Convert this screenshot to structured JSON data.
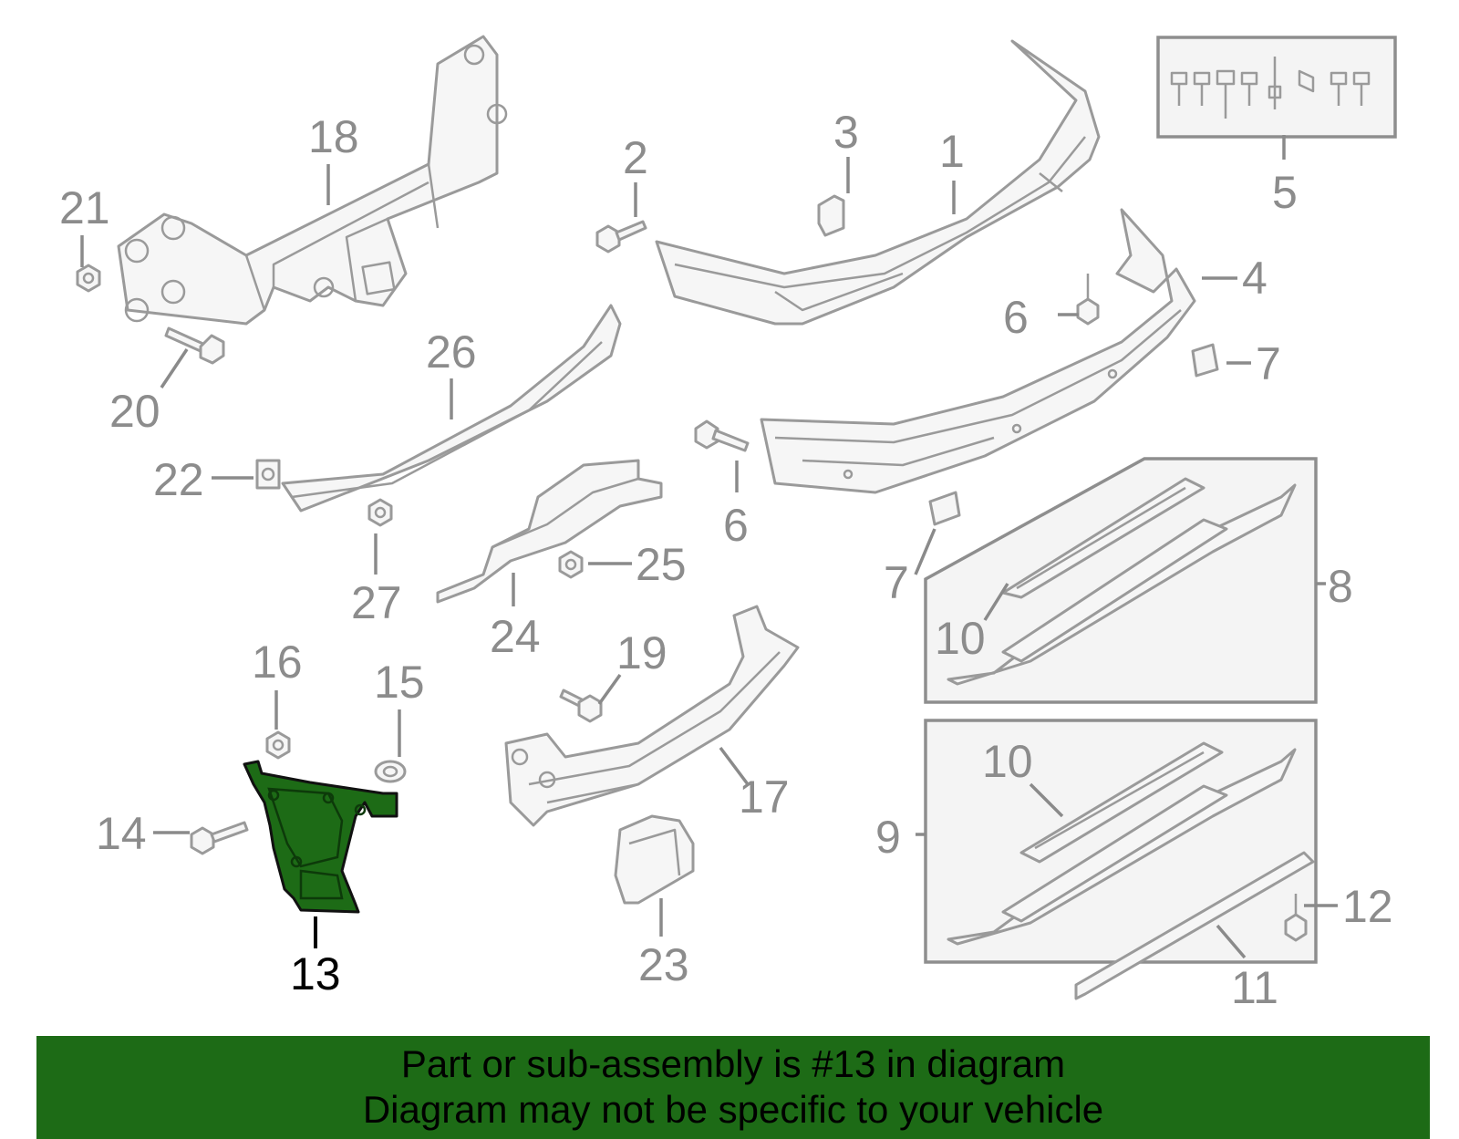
{
  "callouts": {
    "c1": "1",
    "c2": "2",
    "c3": "3",
    "c4": "4",
    "c5": "5",
    "c6a": "6",
    "c6b": "6",
    "c7a": "7",
    "c7b": "7",
    "c8": "8",
    "c9": "9",
    "c10a": "10",
    "c10b": "10",
    "c11": "11",
    "c12": "12",
    "c13": "13",
    "c14": "14",
    "c15": "15",
    "c16": "16",
    "c17": "17",
    "c18": "18",
    "c19": "19",
    "c20": "20",
    "c21": "21",
    "c22": "22",
    "c23": "23",
    "c24": "24",
    "c25": "25",
    "c26": "26",
    "c27": "27"
  },
  "highlighted_part": "13",
  "colors": {
    "highlight": "#1d6b16",
    "banner": "#1d6b16",
    "line": "#9a9a9a"
  },
  "banner": {
    "line1": "Part or sub-assembly is #13 in diagram",
    "line2": "Diagram may not be specific to your vehicle"
  }
}
